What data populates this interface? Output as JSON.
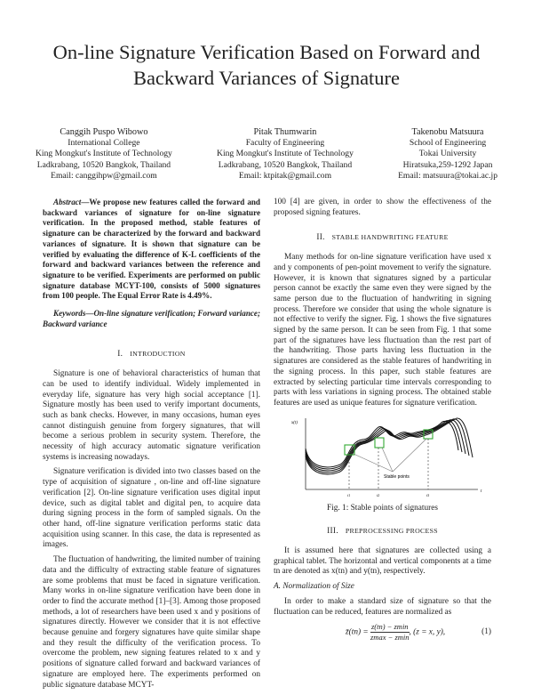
{
  "title": "On-line Signature Verification Based on Forward and Backward Variances of Signature",
  "authors": [
    {
      "name": "Canggih Puspo Wibowo",
      "lines": [
        "International College",
        "King Mongkut's Institute of Technology",
        "Ladkrabang, 10520 Bangkok, Thailand",
        "Email: canggihpw@gmail.com"
      ]
    },
    {
      "name": "Pitak Thumwarin",
      "lines": [
        "Faculty of Engineering",
        "King Mongkut's Institute of Technology",
        "Ladkrabang, 10520 Bangkok, Thailand",
        "Email: ktpitak@gmail.com"
      ]
    },
    {
      "name": "Takenobu Matsuura",
      "lines": [
        "School of Engineering",
        "Tokai University",
        "Hiratsuka,259-1292 Japan",
        "Email: matsuura@tokai.ac.jp"
      ]
    }
  ],
  "abstract": {
    "label": "Abstract",
    "text": "—We propose new features called the forward and backward variances of signature for on-line signature verification. In the proposed method, stable features of signature can be characterized by the forward and backward variances of signature. It is shown that signature can be verified by evaluating the difference of K-L coefficients of the forward and backward variances between the reference and signature to be verified. Experiments are performed on public signature database MCYT-100, consists of 5000 signatures from 100 people. The Equal Error Rate is 4.49%."
  },
  "keywords": {
    "label": "Keywords",
    "text": "—On-line signature verification; Forward variance; Backward variance"
  },
  "sections": {
    "s1": {
      "num": "I.",
      "title": "Introduction"
    },
    "s2": {
      "num": "II.",
      "title": "Stable handwriting feature"
    },
    "s3": {
      "num": "III.",
      "title": "Preprocessing Process"
    },
    "s3a": "A. Normalization of Size"
  },
  "paragraphs": {
    "intro1": "Signature is one of behavioral characteristics of human that can be used to identify individual. Widely implemented in everyday life, signature has very high social acceptance [1]. Signature mostly has been used to verify important documents, such as bank checks. However, in many occasions, human eyes cannot distinguish genuine from forgery signatures, that will become a serious problem in security system. Therefore, the necessity of high accuracy automatic signature verification systems is increasing nowadays.",
    "intro2": "Signature verification is divided into two classes based on the type of acquisition of signature , on-line and off-line signature verification [2]. On-line signature verification uses digital input device, such as digital tablet and digital pen, to acquire data during signing process in the form of sampled signals. On the other hand, off-line signature verification performs static data acquisition using scanner. In this case, the data is represented as images.",
    "intro3": "The fluctuation of handwriting, the limited number of training data and the difficulty of extracting stable feature of signatures are some problems that must be faced in signature verification. Many works in on-line signature verification have been done in order to find the accurate method [1]–[3]. Among those proposed methods, a lot of researchers have been used x and y positions of signatures directly. However we consider that it is not effective because genuine and forgery signatures have quite similar shape and they result the difficulty of the verification process. To overcome the problem, new signing features related to x and y positions of signature called forward and backward variances of signature are employed here. The experiments performed on public signature database MCYT-",
    "intro3cont": "100 [4] are given, in order to show the effectiveness of the proposed signing features.",
    "stable1": "Many methods for on-line signature verification have used x and y components of pen-point movement to verify the signature. However, it is known that signatures signed by a particular person cannot be exactly the same even they were signed by the same person due to the fluctuation of handwriting in signing process. Therefore we consider that using the whole signature is not effective to verify the signer. Fig. 1 shows the five signatures signed by the same person. It can be seen from Fig. 1 that some part of the signatures have less fluctuation than the rest part of the handwriting. Those parts having less fluctuation in the signatures are considered as the stable features of handwriting in the signing process. In this paper, such stable features are extracted by selecting particular time intervals corresponding to parts with less variations in signing process. The obtained stable features are used as unique features for signature verification.",
    "pre1": "It is assumed here that signatures are collected using a graphical tablet. The horizontal and vertical components at a time tn are denoted as x(tn) and y(tn), respectively.",
    "norm1": "In order to make a standard size of signature so that the fluctuation can be reduced, features are normalized as"
  },
  "figure": {
    "caption": "Fig. 1: Stable points of signatures",
    "annotation": "Stable points",
    "y_label": "x(t)",
    "x_label": "t",
    "ticks": [
      "t1",
      "t2",
      "t3"
    ]
  },
  "equation": {
    "lhs": "z̄(tn) =",
    "num": "z(tn) − zmin",
    "den": "zmax − zmin",
    "rhs": ", (z = x, y),",
    "number": "(1)"
  }
}
